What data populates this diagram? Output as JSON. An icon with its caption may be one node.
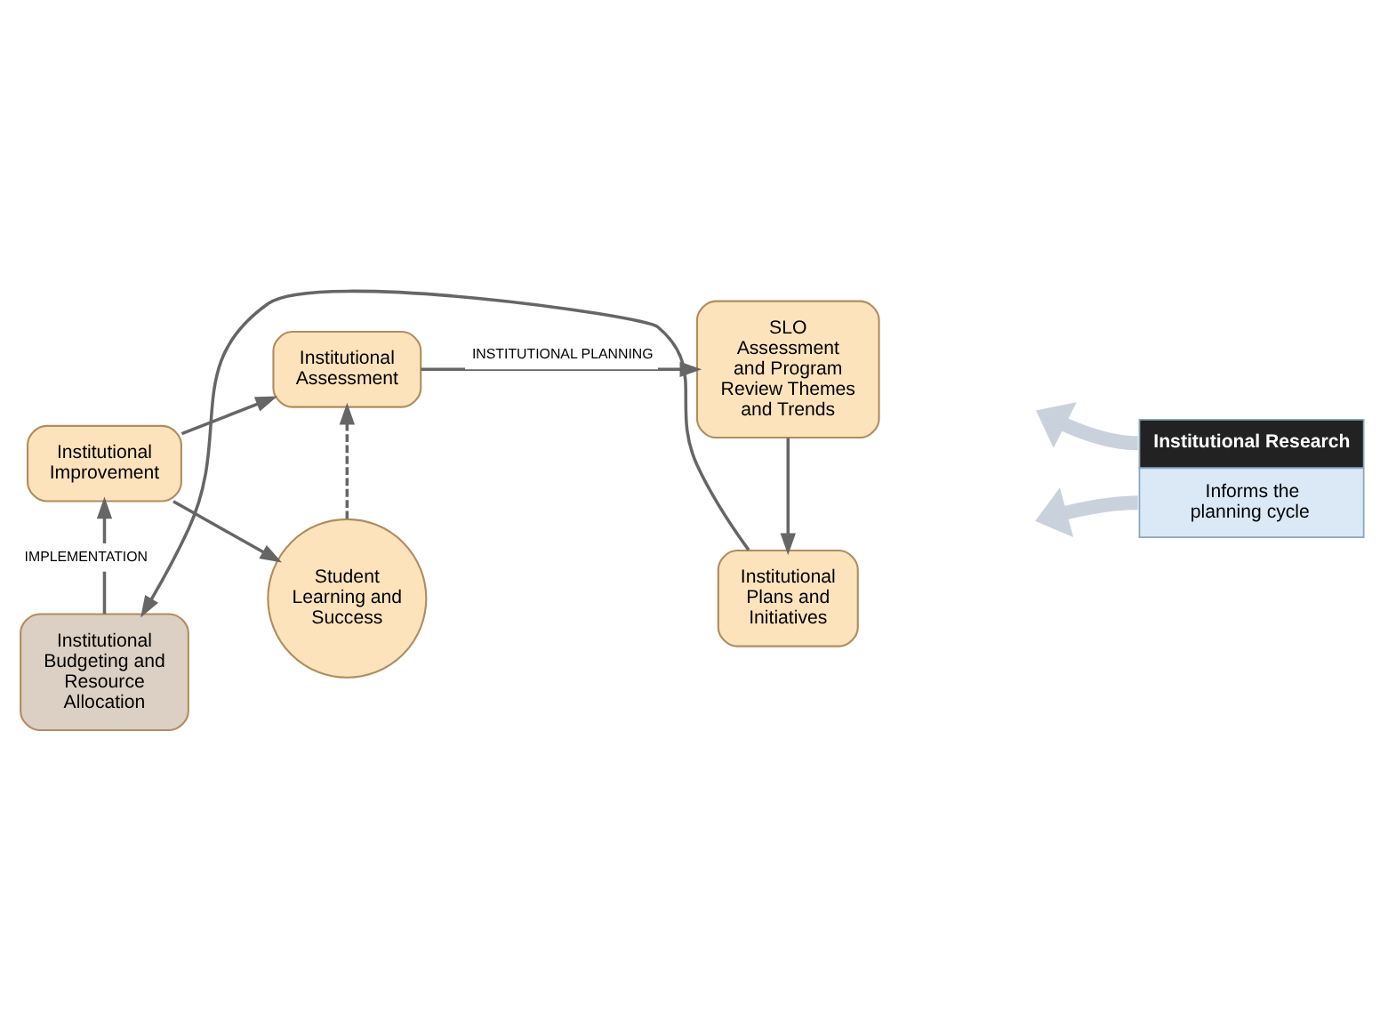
{
  "diagram": {
    "nodes": [
      {
        "text": [
          "Institutional Assessment"
        ]
      },
      {
        "text": [
          "SLO Assessment and Program Review Themes and Trends"
        ]
      },
      {
        "text": [
          "Institutional Plans and Initiatives"
        ]
      },
      {
        "text": [
          "Institutional Budgeting and Resource Allocation"
        ]
      },
      {
        "text": [
          "Institutional Improvement"
        ]
      },
      {
        "text": [
          "Student Learning and Success"
        ]
      },
      {
        "text": [
          "Institutional Research",
          "Informs the planning cycle"
        ]
      }
    ],
    "edges": [
      {
        "from": 0,
        "to": 1,
        "arrow": "to",
        "label": "INSTITUTIONAL PLANNING"
      },
      {
        "from": 1,
        "to": 2,
        "arrow": "to"
      },
      {
        "from": 2,
        "to": 3,
        "arrow": "to"
      },
      {
        "from": 3,
        "to": 4,
        "arrow": "to",
        "label": "IMPLEMENTATION"
      },
      {
        "from": 4,
        "to": 0,
        "arrow": "to"
      },
      {
        "from": 4,
        "to": 5,
        "arrow": "to"
      },
      {
        "from": 5,
        "to": 0,
        "arrow": "to",
        "style": "dashed"
      },
      {
        "from": 6,
        "to": null,
        "arrow": "to",
        "style": "thick",
        "color": "#c9d2dc"
      },
      {
        "from": 6,
        "to": null,
        "arrow": "to",
        "style": "thick",
        "color": "#c9d2dc"
      }
    ]
  }
}
